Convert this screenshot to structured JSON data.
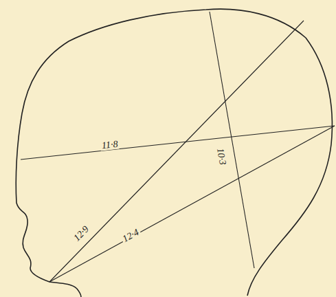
{
  "diagram": {
    "labels": [
      "11·8",
      "12·9",
      "12·4",
      "10·3"
    ]
  }
}
